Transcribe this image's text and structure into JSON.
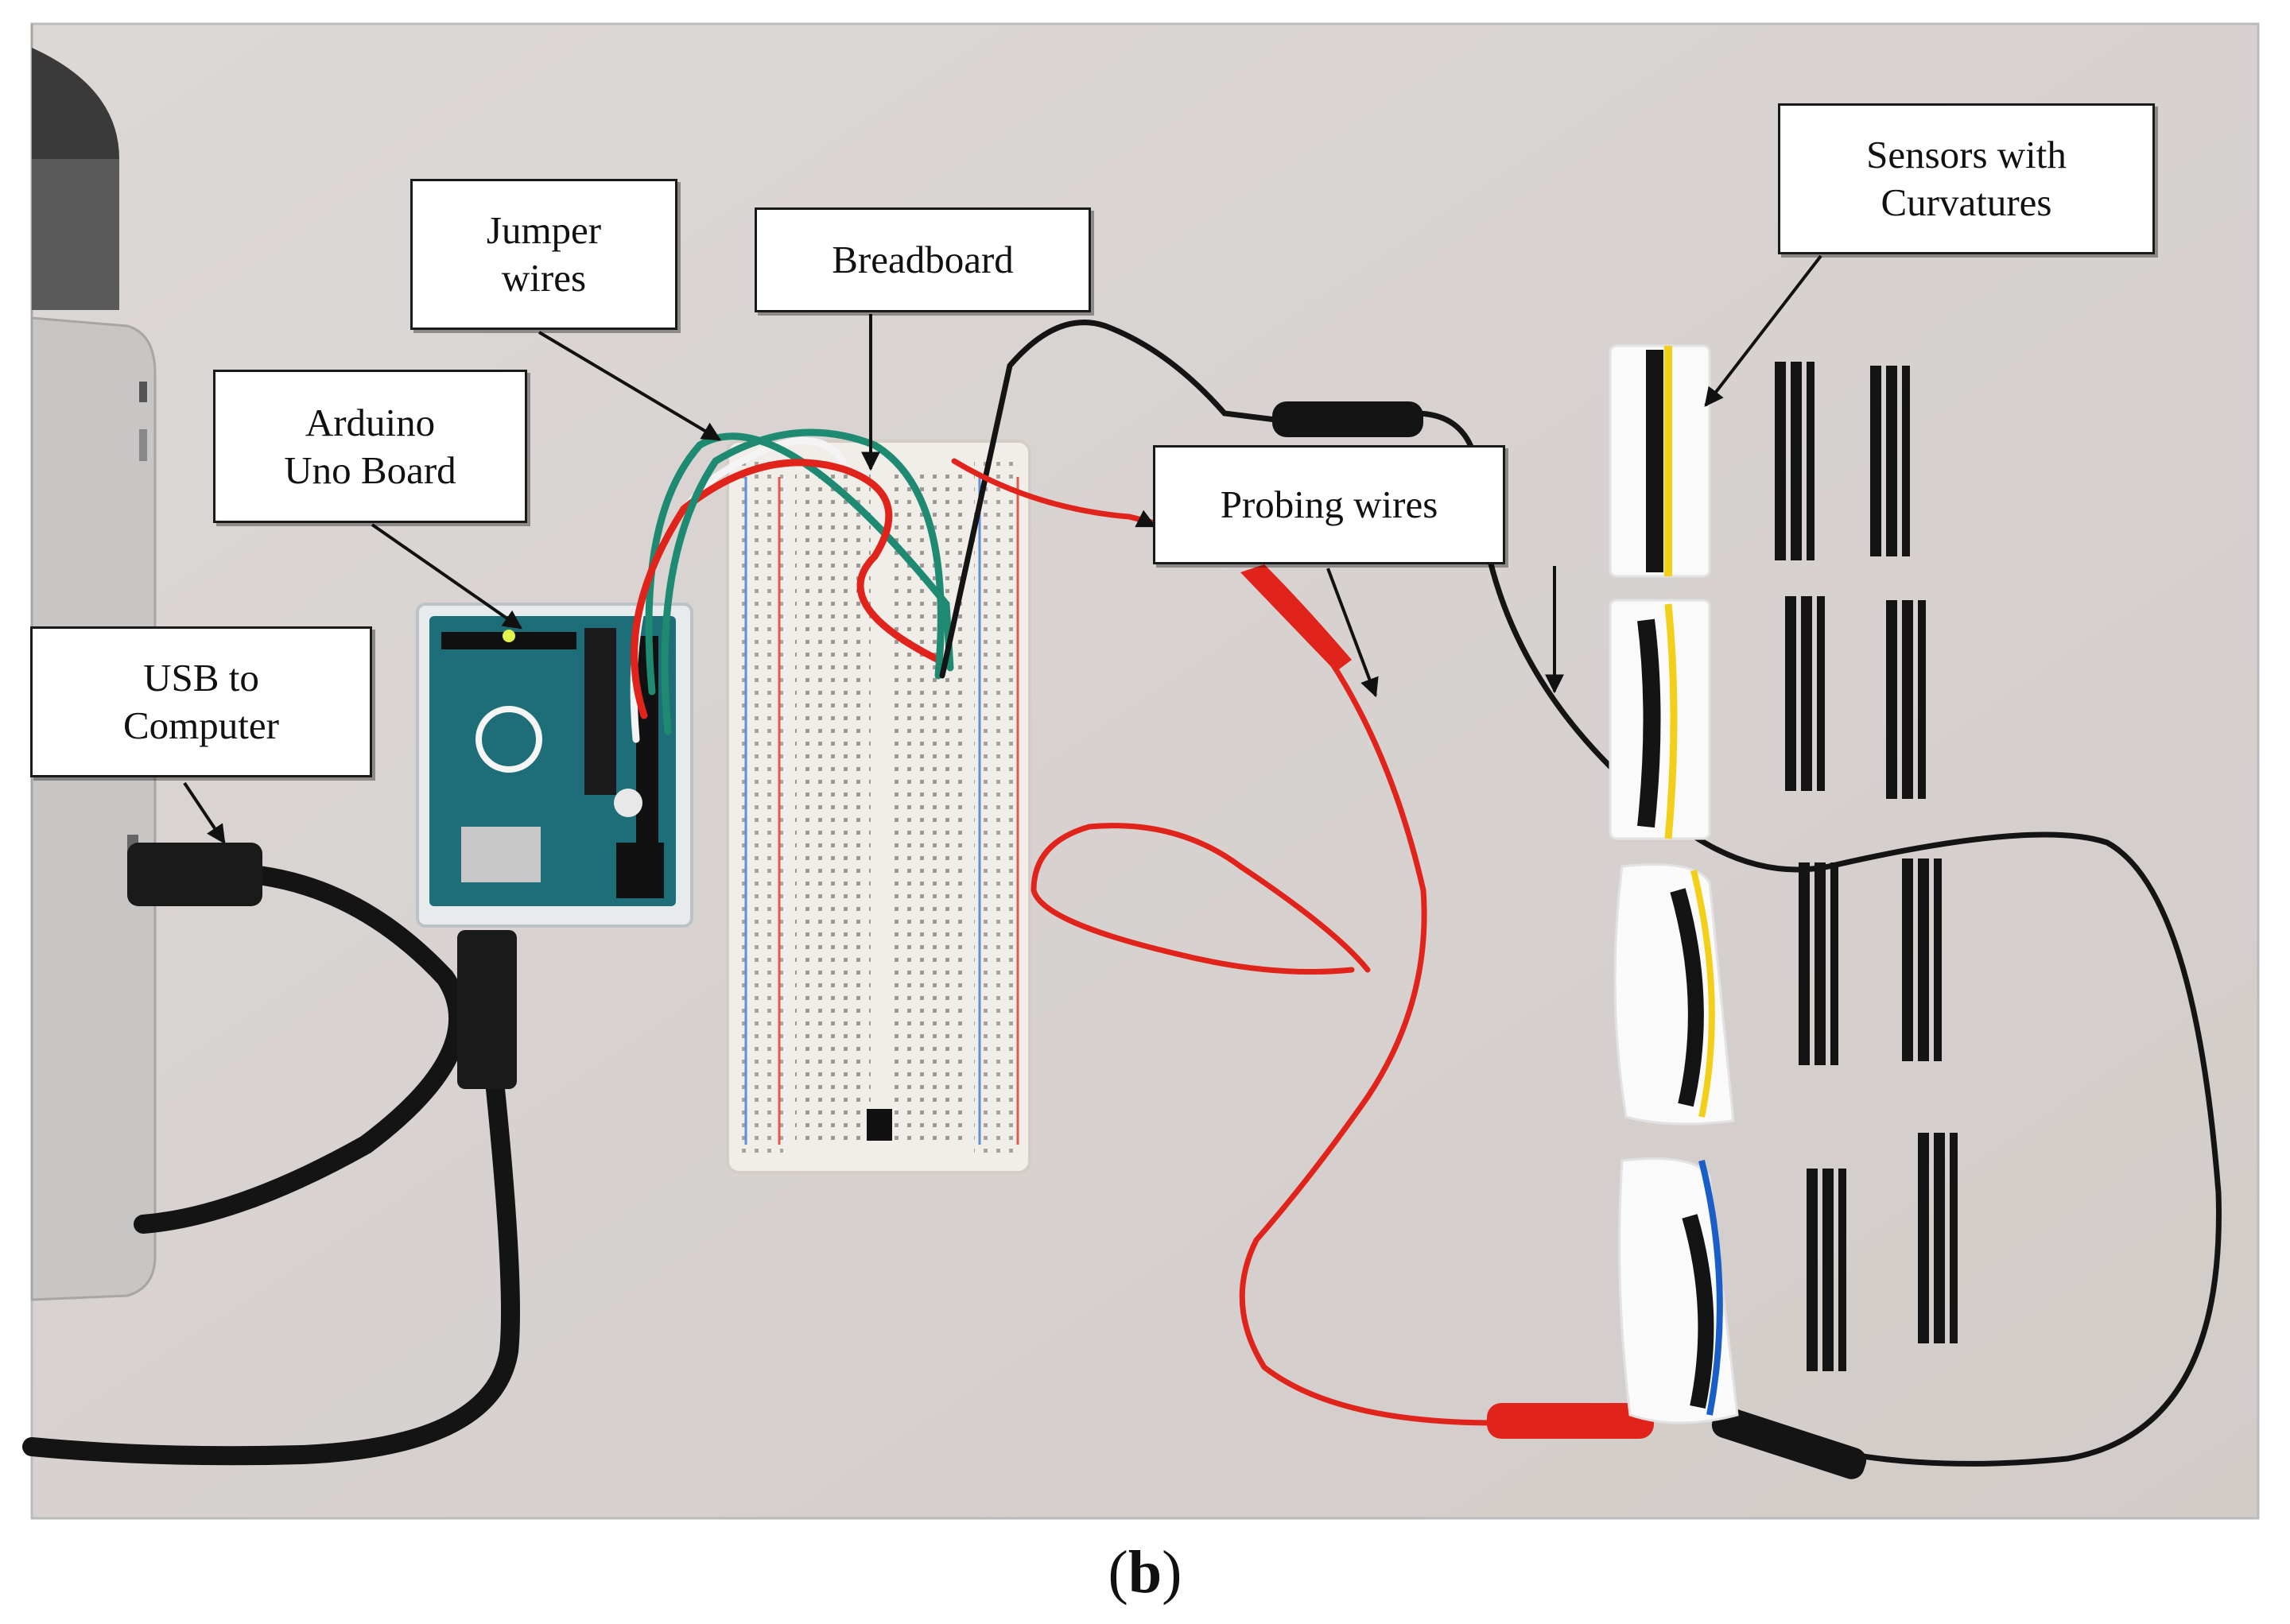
{
  "labels": {
    "jumper_wires": [
      "Jumper",
      "wires"
    ],
    "breadboard": [
      "Breadboard"
    ],
    "arduino": [
      "Arduino",
      "Uno Board"
    ],
    "usb": [
      "USB to",
      "Computer"
    ],
    "probing_wires": [
      "Probing wires"
    ],
    "sensors": [
      "Sensors with",
      "Curvatures"
    ]
  },
  "caption": {
    "open": "(",
    "letter": "b",
    "close": ")"
  },
  "colors": {
    "background": "#d8d3d0",
    "wire_red": "#e0241c",
    "wire_black": "#141414",
    "wire_green": "#1f8a72",
    "wire_white": "#f4f4f4",
    "arduino_board": "#1d6e78",
    "sensor_yellow": "#f2d01a",
    "sensor_blue": "#1a5fc8"
  }
}
